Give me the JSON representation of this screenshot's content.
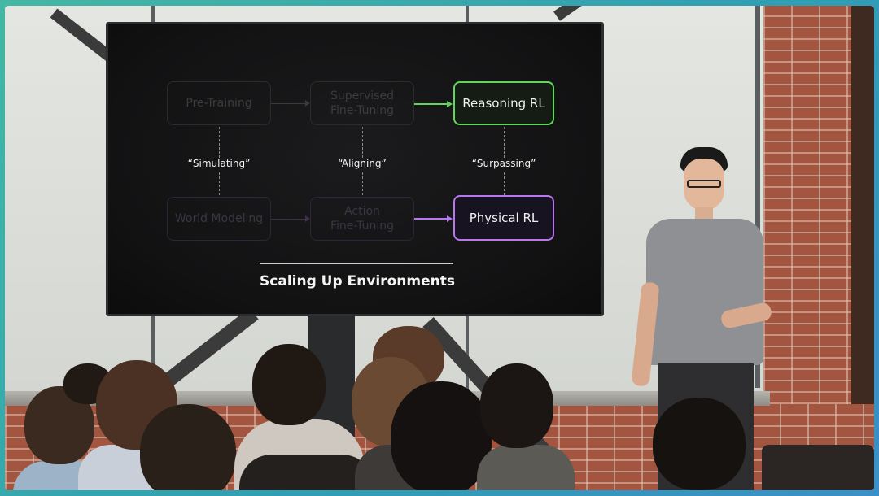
{
  "slide": {
    "pipeline_top": [
      "Pre-Training",
      "Supervised\nFine-Tuning",
      "Reasoning RL"
    ],
    "pipeline_bottom": [
      "World Modeling",
      "Action\nFine-Tuning",
      "Physical RL"
    ],
    "connectors": [
      "“Simulating”",
      "“Aligning”",
      "“Surpassing”"
    ],
    "title": "Scaling Up Environments",
    "colors": {
      "reasoning_accent": "#5fd85a",
      "physical_accent": "#b877f0",
      "background": "#121213"
    }
  }
}
